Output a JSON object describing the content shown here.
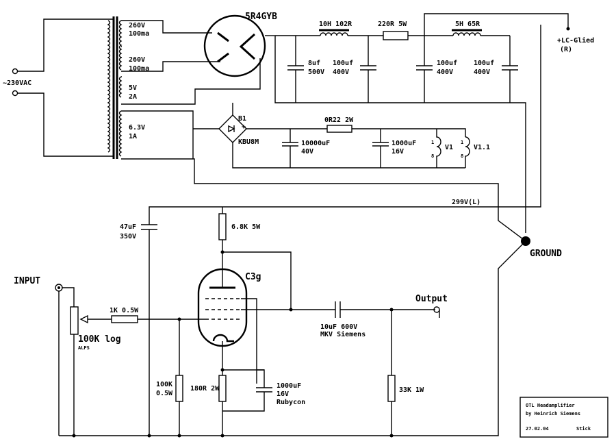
{
  "transformer": {
    "mains": "~230VAC",
    "sec1": [
      "260V",
      "100ma"
    ],
    "sec2": [
      "260V",
      "100ma"
    ],
    "sec3": [
      "5V",
      "2A"
    ],
    "sec4": [
      "6.3V",
      "1A"
    ]
  },
  "rectifier_tube": "5R4GYB",
  "hv_filter": {
    "choke1": "10H 102R",
    "cap1": [
      "8uf",
      "500V"
    ],
    "cap2": [
      "100uf",
      "400V"
    ],
    "resistor": "220R 5W",
    "cap3": [
      "100uf",
      "400V"
    ],
    "choke2": "5H 65R",
    "cap4": [
      "100uf",
      "400V"
    ],
    "lc_out": [
      "+LC-Glied",
      "(R)"
    ]
  },
  "heater_supply": {
    "bridge_ref": "B1",
    "bridge_plus": "+",
    "bridge_part": "KBU8M",
    "cap1": [
      "10000uF",
      "40V"
    ],
    "resistor": "0R22 2W",
    "cap2": [
      "1000uF",
      "16V"
    ],
    "tube1": {
      "pin_top": "1",
      "pin_bottom": "8",
      "name": "V1"
    },
    "tube2": {
      "pin_top": "1",
      "pin_bottom": "8",
      "name": "V1.1"
    }
  },
  "b_plus": "299V(L)",
  "ground": "GROUND",
  "amp": {
    "input_label": "INPUT",
    "pot": "100K log",
    "pot_brand": "ALPS",
    "grid_resistor": "1K 0.5W",
    "bypass_cap": [
      "47uF",
      "350V"
    ],
    "plate_resistor": "6.8K 5W",
    "tube": "C3g",
    "grid_leak": [
      "100K",
      "0.5W"
    ],
    "cathode_resistor": "180R 2W",
    "cathode_cap": [
      "1000uF",
      "16V",
      "Rubycon"
    ],
    "output_cap": [
      "10uF 600V",
      "MKV Siemens"
    ],
    "load_resistor": "33K 1W",
    "output_label": "Output"
  },
  "title_block": {
    "title": "OTL Headamplifier",
    "author": "by Heinrich Siemens",
    "date": "27.02.04",
    "tag": "Stick"
  }
}
